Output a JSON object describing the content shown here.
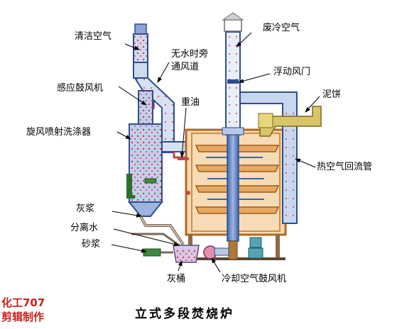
{
  "labels": {
    "clean_air": "清洁空气",
    "bypass_line1": "无水时旁",
    "bypass_line2": "通风道",
    "induction_fan": "感应鼓风机",
    "cyclone_scrubber": "旋风喷射洗涤器",
    "heavy_oil": "重油",
    "cold_exhaust": "废冷空气",
    "floating_damper": "浮动风门",
    "sludge_cake": "泥饼",
    "hot_air_return": "热空气回流管",
    "ash_slurry": "灰浆",
    "separated_water": "分离水",
    "grit_slurry": "砂浆",
    "ash_bucket": "灰桶",
    "cooling_fan": "冷却空气鼓风机"
  },
  "title": "立式多段焚烧炉",
  "credit": {
    "line1": "化工707",
    "line2": "剪辑制作"
  },
  "colors": {
    "duct_blue": "#5b83c6",
    "duct_dark": "#2c4f8f",
    "furnace_orange": "#d88b3c",
    "furnace_fill": "#f6dcb6",
    "air_dots": "#e03a3a",
    "cake_yellow": "#d8c46a",
    "credit_red": "#c8201e"
  }
}
